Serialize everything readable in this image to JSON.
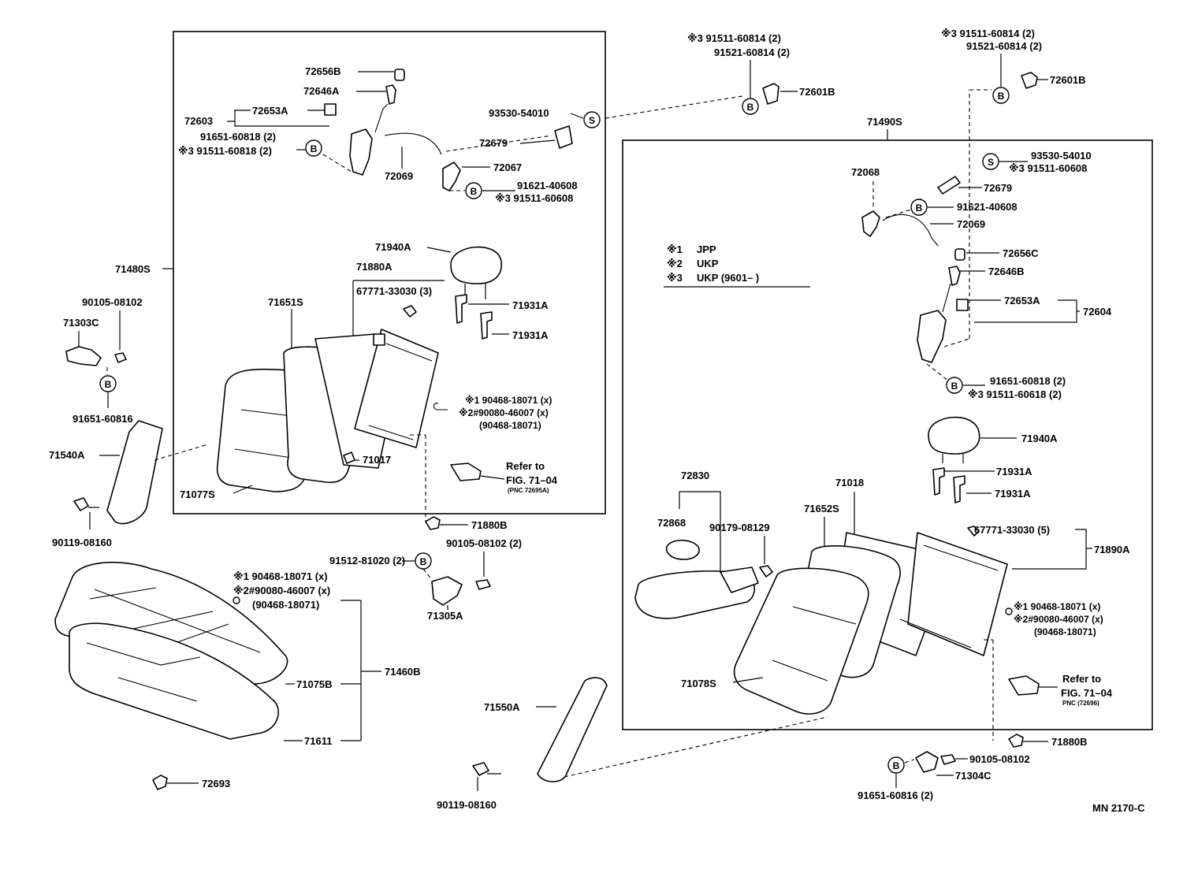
{
  "diagram": {
    "drawing_number": "MN 2170-C",
    "legend": [
      {
        "mark": "※1",
        "text": "JPP"
      },
      {
        "mark": "※2",
        "text": "UKP"
      },
      {
        "mark": "※3",
        "text": "UKP (9601–        )"
      }
    ],
    "left_group": {
      "assembly_label": "71480S",
      "parts": {
        "p72656B": "72656B",
        "p72646A": "72646A",
        "p72603": "72603",
        "p72653A": "72653A",
        "p91651_60818": "91651-60818 (2)",
        "p91511_60818": "※3 91511-60818 (2)",
        "p93530_54010": "93530-54010",
        "p72679": "72679",
        "p72069": "72069",
        "p72067": "72067",
        "p91621_40608": "91621-40608",
        "p91511_60608": "※3 91511-60608",
        "p71940A": "71940A",
        "p71880A": "71880A",
        "p67771_33030": "67771-33030 (3)",
        "p71931A_1": "71931A",
        "p71931A_2": "71931A",
        "p71651S": "71651S",
        "p90468_1": "※1  90468-18071 (x)",
        "p90080_2": "※2#90080-46007 (x)",
        "p90468_3": "(90468-18071)",
        "p71017": "71017",
        "refer": "Refer to",
        "refer_fig": "FIG. 71–04",
        "refer_pnc": "(PNC 72695A)",
        "p71077S": "71077S"
      }
    },
    "right_group": {
      "assembly_label": "71490S",
      "parts": {
        "p93530_54010": "93530-54010",
        "p91511_60608": "※3 91511-60608",
        "p72068": "72068",
        "p72679": "72679",
        "p91621_40608": "91621-40608",
        "p72069": "72069",
        "p72656C": "72656C",
        "p72646B": "72646B",
        "p72653A": "72653A",
        "p72604": "72604",
        "p91651_60818": "91651-60818 (2)",
        "p91511_60618": "※3 91511-60618 (2)",
        "p71940A": "71940A",
        "p71931A_1": "71931A",
        "p71931A_2": "71931A",
        "p72830": "72830",
        "p72868": "72868",
        "p71018": "71018",
        "p71652S": "71652S",
        "p90179_08129": "90179-08129",
        "p67771_33030": "67771-33030 (5)",
        "p71890A": "71890A",
        "p90468_1": "※1  90468-18071 (x)",
        "p90080_2": "※2#90080-46007 (x)",
        "p90468_3": "(90468-18071)",
        "p71078S": "71078S",
        "refer": "Refer to",
        "refer_fig": "FIG. 71–04",
        "refer_pnc": "PNC (72696)"
      }
    },
    "outside": {
      "top_mid_1": "※3 91511-60814 (2)",
      "top_mid_2": "91521-60814 (2)",
      "top_mid_part": "72601B",
      "top_right_1": "※3 91511-60814 (2)",
      "top_right_2": "91521-60814 (2)",
      "top_right_part": "72601B",
      "p90105_08102_l": "90105-08102",
      "p71303C": "71303C",
      "p91651_60816_l": "91651-60816",
      "p71540A": "71540A",
      "p90119_08160_l": "90119-08160",
      "p71880B_l": "71880B",
      "p91512_81020": "91512-81020 (2)",
      "p90105_08102_m": "90105-08102 (2)",
      "p71305A": "71305A",
      "p90468_1": "※1  90468-18071 (x)",
      "p90080_2": "※2#90080-46007 (x)",
      "p90468_3": "(90468-18071)",
      "p71075B": "71075B",
      "p71460B": "71460B",
      "p71611": "71611",
      "p72693": "72693",
      "p71550A": "71550A",
      "p90119_08160_m": "90119-08160",
      "p71880B_r": "71880B",
      "p90105_08102_r": "90105-08102",
      "p71304C": "71304C",
      "p91651_60816_r": "91651-60816 (2)"
    },
    "callout_letters": {
      "bolt": "B",
      "screw": "S"
    }
  }
}
